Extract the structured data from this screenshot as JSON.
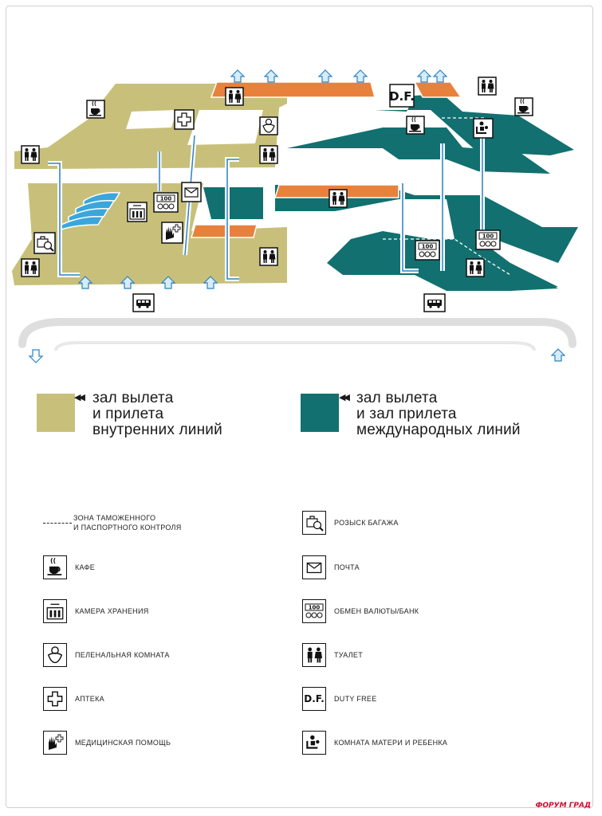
{
  "colors": {
    "domestic": "#c8c07a",
    "international": "#127070",
    "orange": "#e8813c",
    "arrow": "#d6ecf7",
    "arrow_stroke": "#2a82c4"
  },
  "map": {
    "duty_free_label": "D.F.",
    "exchange_label": "100"
  },
  "zones": [
    {
      "lines": [
        "зал вылета",
        "и прилета",
        "внутренних линий"
      ]
    },
    {
      "lines": [
        "зал вылета",
        "и зал прилета",
        "международных линий"
      ]
    }
  ],
  "legend_left": [
    {
      "icon": "dashed-line",
      "text": [
        "ЗОНА ТАМОЖЕННОГО",
        "И ПАСПОРТНОГО КОНТРОЛЯ"
      ]
    },
    {
      "icon": "cafe-icon",
      "text": [
        "КАФЕ"
      ]
    },
    {
      "icon": "luggage-storage-icon",
      "text": [
        "КАМЕРА ХРАНЕНИЯ"
      ]
    },
    {
      "icon": "baby-changing-icon",
      "text": [
        "ПЕЛЕНАЛЬНАЯ КОМНАТА"
      ]
    },
    {
      "icon": "pharmacy-icon",
      "text": [
        "АПТЕКА"
      ]
    },
    {
      "icon": "medical-help-icon",
      "text": [
        "МЕДИЦИНСКАЯ ПОМОЩЬ"
      ]
    }
  ],
  "legend_right": [
    {
      "icon": "baggage-search-icon",
      "text": [
        "РОЗЫСК БАГАЖА"
      ]
    },
    {
      "icon": "mail-icon",
      "text": [
        "ПОЧТА"
      ]
    },
    {
      "icon": "currency-exchange-icon",
      "text": [
        "ОБМЕН ВАЛЮТЫ/БАНК"
      ]
    },
    {
      "icon": "toilet-icon",
      "text": [
        "ТУАЛЕТ"
      ]
    },
    {
      "icon": "duty-free-icon",
      "text": [
        "DUTY FREE"
      ]
    },
    {
      "icon": "mother-child-room-icon",
      "text": [
        "КОМНАТА МАТЕРИ И РЕБЕНКА"
      ]
    }
  ],
  "brand": "ФОРУМ ГРАД"
}
